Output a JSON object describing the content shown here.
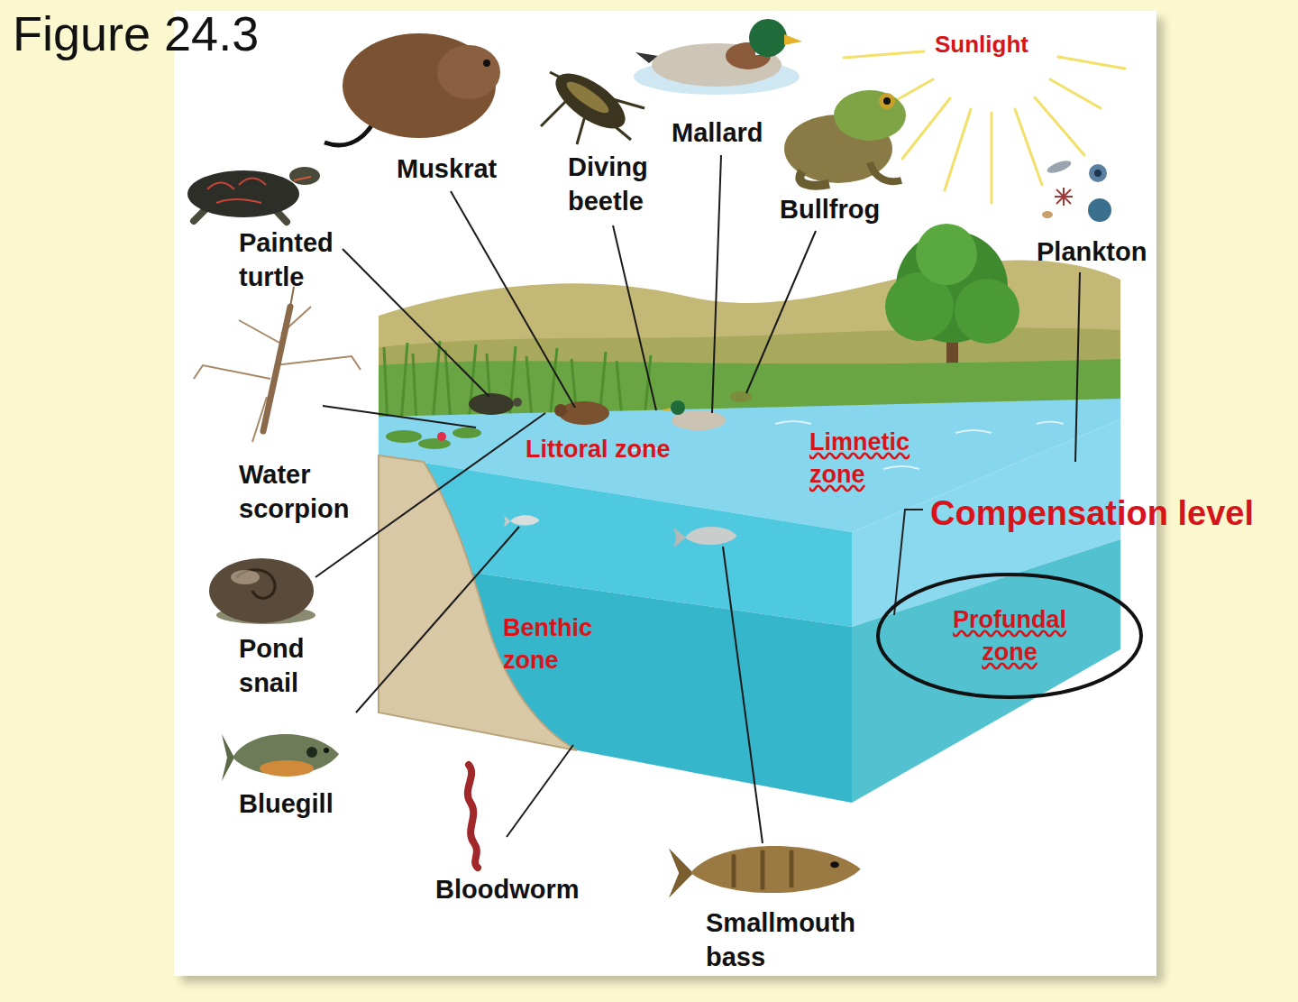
{
  "diagram": {
    "title": "Figure 24.3",
    "nodes": [
      {
        "text": [
          "Profundal zone"
        ]
      }
    ],
    "labels": [
      "Sunlight",
      "Muskrat",
      "Diving beetle",
      "Mallard",
      "Bullfrog",
      "Plankton",
      "Painted turtle",
      "Littoral zone",
      "Limnetic zone",
      "Water scorpion",
      "Compensation level",
      "Benthic zone",
      "Pond snail",
      "Bluegill",
      "Bloodworm",
      "Smallmouth bass"
    ]
  }
}
